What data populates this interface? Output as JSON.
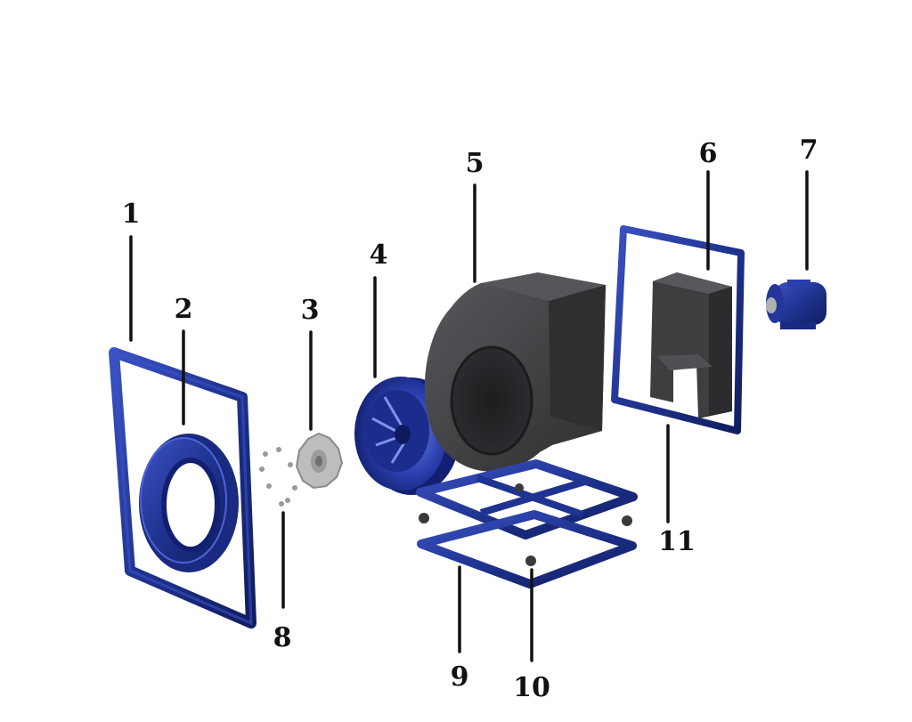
{
  "diagram": {
    "labels": {
      "l1": "1",
      "l2": "2",
      "l3": "3",
      "l4": "4",
      "l5": "5",
      "l6": "6",
      "l7": "7",
      "l8": "8",
      "l9": "9",
      "l10": "10",
      "l11": "11"
    },
    "colors": {
      "frame_blue": "#1f3390",
      "frame_blue_light": "#3148b5",
      "housing_dark": "#3a3a3c",
      "housing_mid": "#4a4a4d",
      "hub_gray": "#b8b8b8",
      "label_black": "#111111"
    }
  }
}
